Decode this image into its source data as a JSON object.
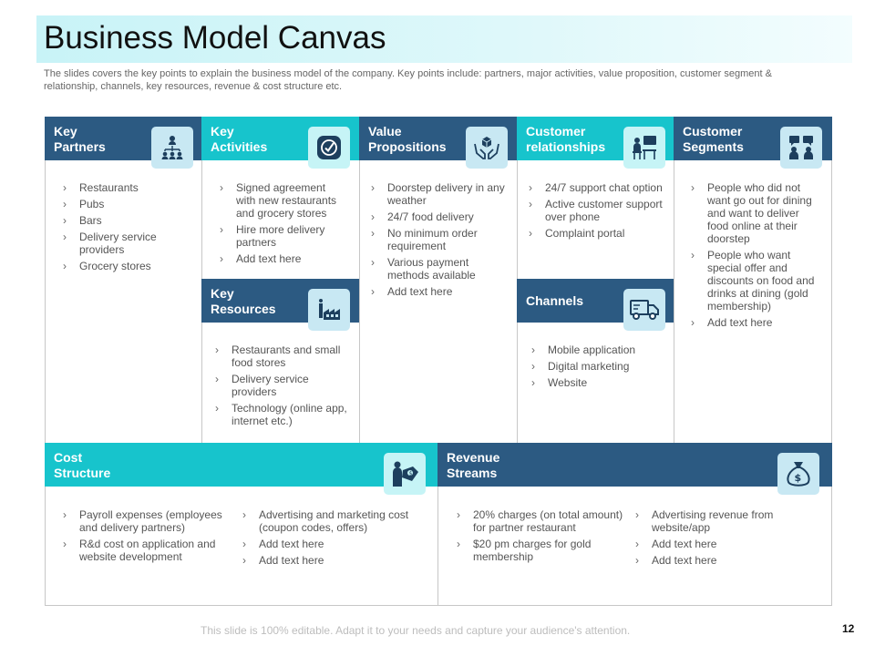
{
  "title": "Business Model Canvas",
  "subtitle": "The slides covers the key points to explain the business model of the company. Key points include: partners, major activities, value proposition, customer segment & relationship, channels, key resources, revenue & cost structure etc.",
  "sections": {
    "key_partners": {
      "l1": "Key",
      "l2": "Partners",
      "icon": "org-chart-icon",
      "items": [
        "Restaurants",
        "Pubs",
        "Bars",
        "Delivery service providers",
        "Grocery stores"
      ]
    },
    "key_activities": {
      "l1": "Key",
      "l2": "Activities",
      "icon": "checkmark-icon",
      "items": [
        "Signed agreement with new restaurants and grocery stores",
        "Hire more delivery partners",
        "Add text here"
      ]
    },
    "key_resources": {
      "l1": "Key",
      "l2": "Resources",
      "icon": "factory-icon",
      "items": [
        "Restaurants and small food stores",
        "Delivery service providers",
        "Technology (online app, internet etc.)"
      ]
    },
    "value_propositions": {
      "l1": "Value",
      "l2": "Propositions",
      "icon": "hands-box-icon",
      "items": [
        "Doorstep delivery in any weather",
        "24/7 food delivery",
        "No minimum order requirement",
        "Various payment methods available",
        "Add text here"
      ]
    },
    "customer_relationships": {
      "l1": "Customer",
      "l2": "relationships",
      "icon": "meeting-icon",
      "items": [
        "24/7 support chat option",
        "Active customer support over phone",
        "Complaint portal"
      ]
    },
    "channels": {
      "l1": "Channels",
      "icon": "delivery-truck-icon",
      "items": [
        "Mobile application",
        "Digital marketing",
        "Website"
      ]
    },
    "customer_segments": {
      "l1": "Customer",
      "l2": "Segments",
      "icon": "people-chat-icon",
      "items": [
        "People who did not want go out for dining and want to deliver food online at their doorstep",
        "People who want special offer and discounts on food and drinks at dining (gold membership)",
        "Add text here"
      ]
    },
    "cost_structure": {
      "l1": "Cost",
      "l2": "Structure",
      "icon": "person-price-tag-icon",
      "items_left": [
        "Payroll expenses (employees and delivery partners)",
        "R&d cost on application and website development"
      ],
      "items_right": [
        "Advertising and marketing cost (coupon codes, offers)",
        "Add text here",
        "Add text here"
      ]
    },
    "revenue_streams": {
      "l1": "Revenue",
      "l2": "Streams",
      "icon": "money-bag-icon",
      "items_left": [
        "20% charges (on total amount) for partner restaurant",
        "$20 pm charges for gold membership"
      ],
      "items_right": [
        "Advertising revenue from website/app",
        "Add text here",
        "Add text here"
      ]
    }
  },
  "footer": {
    "note": "This slide is 100% editable. Adapt it to your needs and capture your audience's attention.",
    "page_number": "12"
  },
  "colors": {
    "dark_header": "#2c5a82",
    "teal_header": "#17c4cc",
    "icon_dark": "#1d3f5e"
  }
}
